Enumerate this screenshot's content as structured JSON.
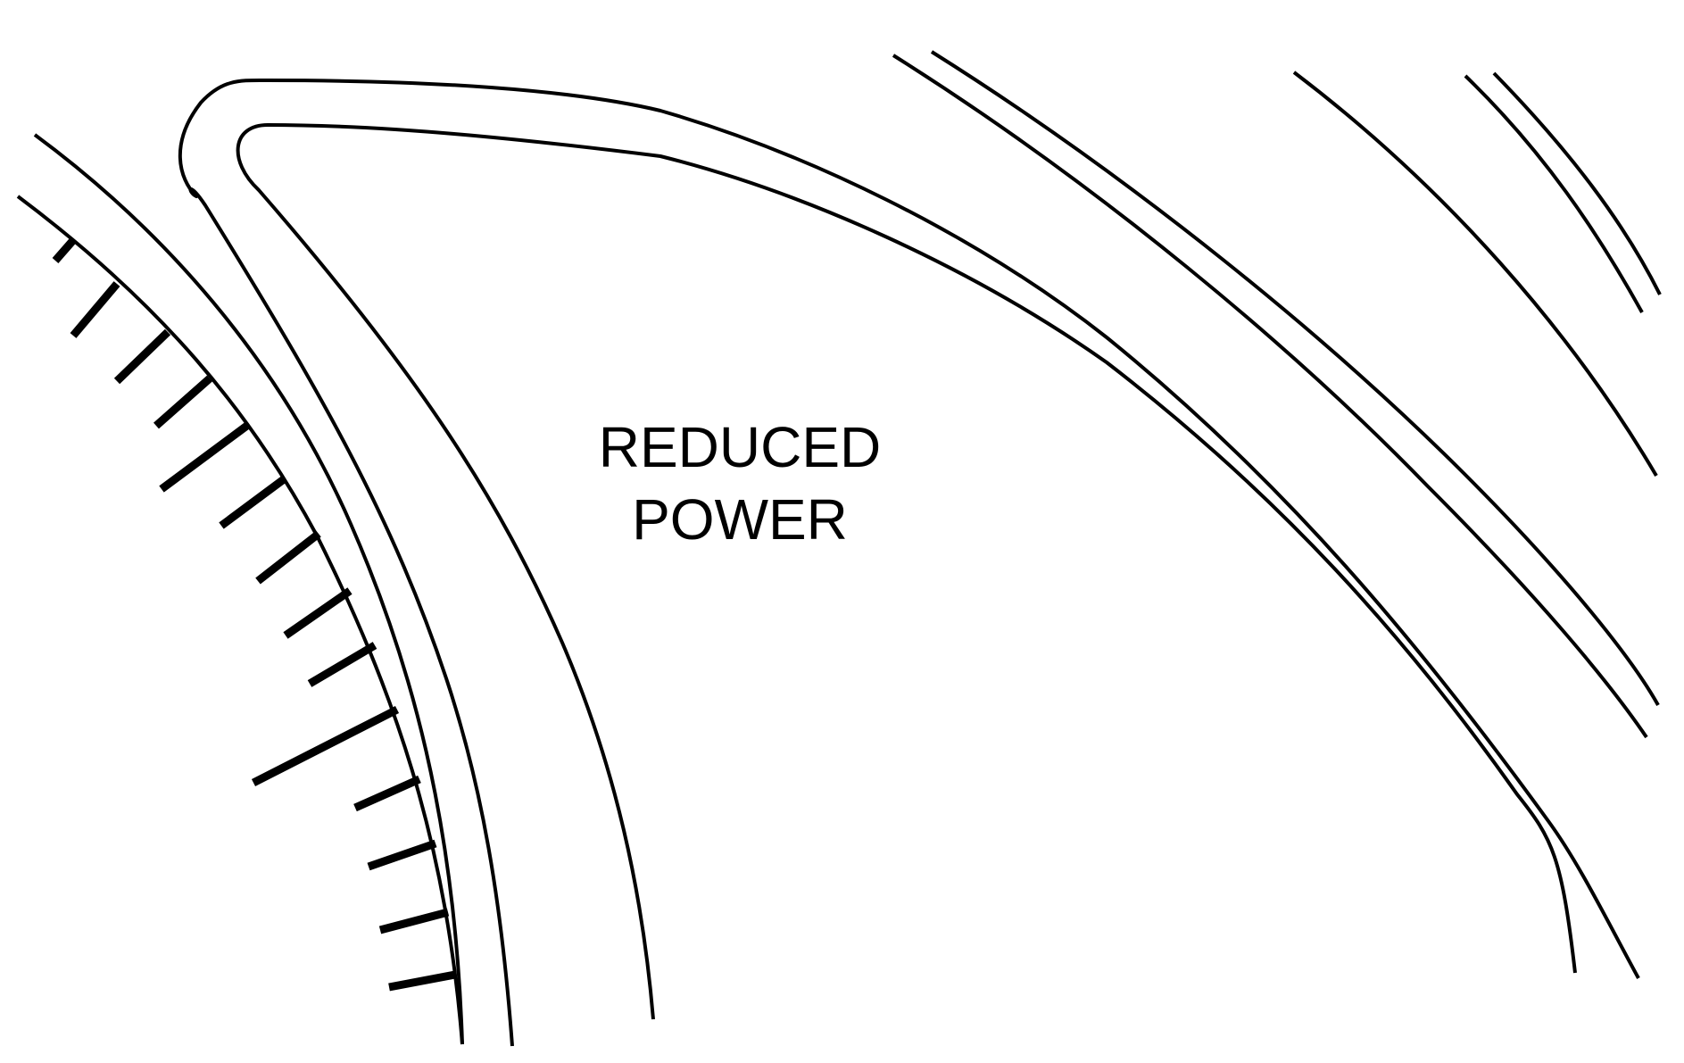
{
  "label": {
    "line1": "REDUCED",
    "line2": "POWER"
  },
  "colors": {
    "stroke": "#000000",
    "background": "#ffffff"
  },
  "gauge": {
    "minor_tick_count": 13,
    "major_tick_count": 1
  }
}
